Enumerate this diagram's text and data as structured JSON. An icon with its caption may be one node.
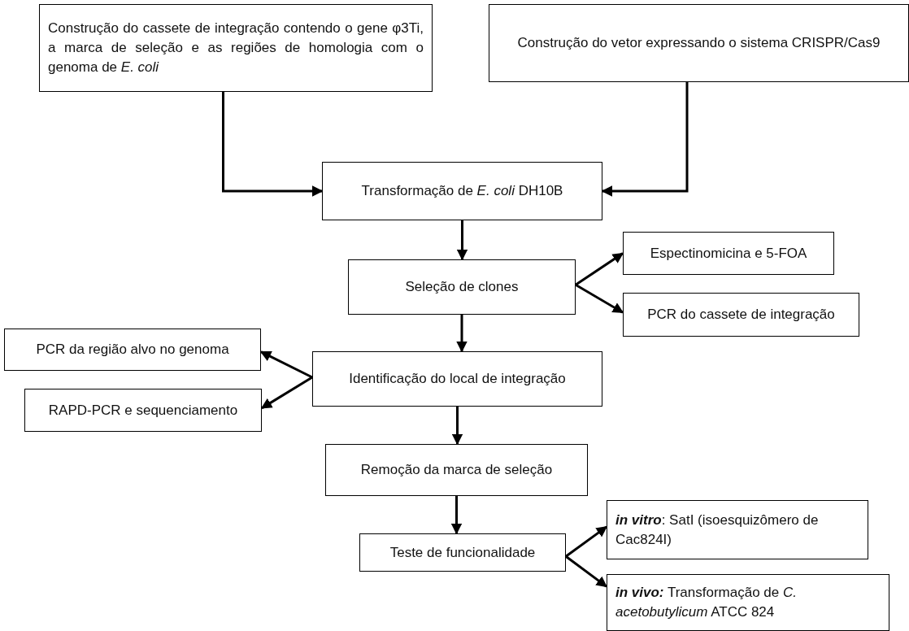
{
  "diagram": {
    "nodes": [
      {
        "text": [
          "Construção do cassete de integração contendo o gene φ3Ti, a marca de seleção e as regiões de homologia com o genoma de *E. coli*"
        ]
      },
      {
        "text": [
          "Construção do vetor expressando o sistema CRISPR/Cas9"
        ]
      },
      {
        "text": [
          "Transformação de *E. coli* DH10B"
        ]
      },
      {
        "text": [
          "Seleção de clones"
        ]
      },
      {
        "text": [
          "Espectinomicina e 5-FOA"
        ]
      },
      {
        "text": [
          "PCR do cassete de integração"
        ]
      },
      {
        "text": [
          "PCR da região alvo no genoma"
        ]
      },
      {
        "text": [
          "Identificação do local de integração"
        ]
      },
      {
        "text": [
          "RAPD-PCR e sequenciamento"
        ]
      },
      {
        "text": [
          "Remoção da marca de seleção"
        ]
      },
      {
        "text": [
          "Teste de funcionalidade"
        ]
      },
      {
        "text": [
          "**in vitro**: SatI (isoesquizômero de Cac824I)"
        ]
      },
      {
        "text": [
          "**in vivo:** Transformação de *C. acetobutylicum* ATCC 824"
        ]
      }
    ],
    "edges": [
      {
        "from": 0,
        "to": 2,
        "arrow": "to"
      },
      {
        "from": 1,
        "to": 2,
        "arrow": "to"
      },
      {
        "from": 2,
        "to": 3,
        "arrow": "to"
      },
      {
        "from": 3,
        "to": 4,
        "arrow": "to"
      },
      {
        "from": 3,
        "to": 5,
        "arrow": "to"
      },
      {
        "from": 3,
        "to": 7,
        "arrow": "to"
      },
      {
        "from": 7,
        "to": 6,
        "arrow": "to"
      },
      {
        "from": 7,
        "to": 8,
        "arrow": "to"
      },
      {
        "from": 7,
        "to": 9,
        "arrow": "to"
      },
      {
        "from": 9,
        "to": 10,
        "arrow": "to"
      },
      {
        "from": 10,
        "to": 11,
        "arrow": "to"
      },
      {
        "from": 10,
        "to": 12,
        "arrow": "to"
      }
    ]
  }
}
